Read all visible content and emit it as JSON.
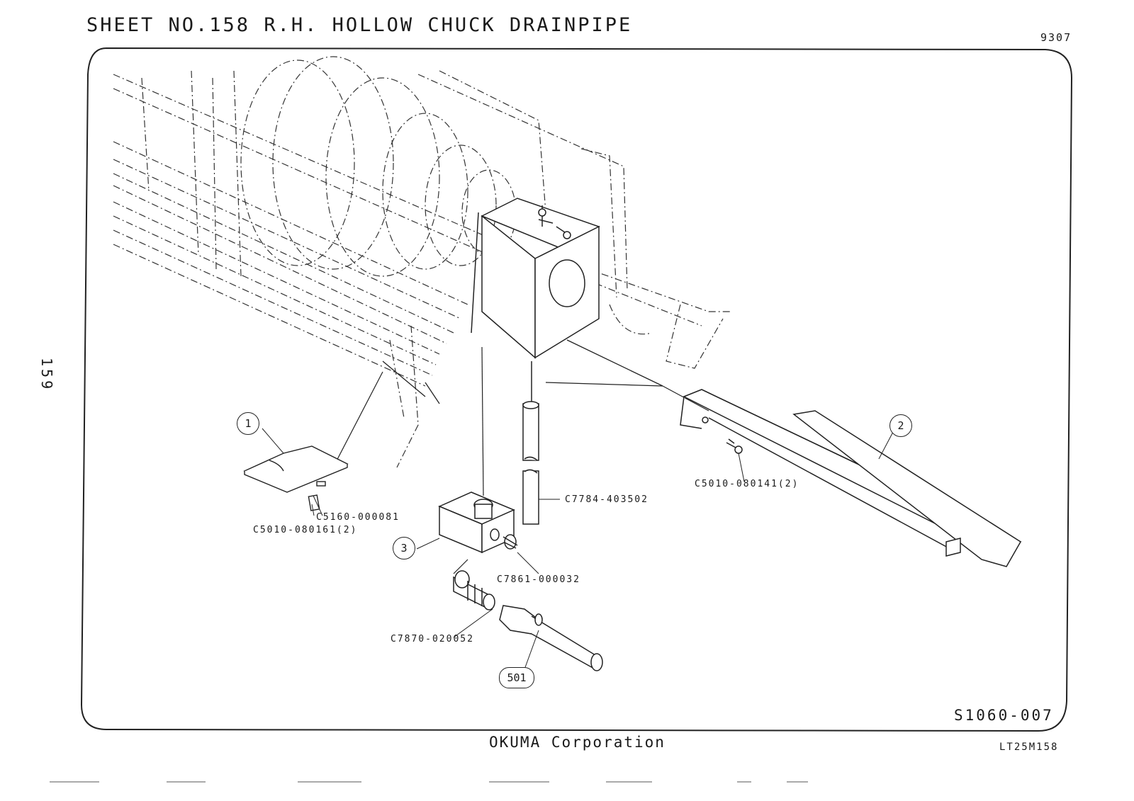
{
  "sheet": {
    "title": "SHEET NO.158  R.H. HOLLOW CHUCK DRAINPIPE",
    "sheet_code": "9307",
    "side_page_number": "159",
    "drawing_number": "S1060-007",
    "company": "OKUMA Corporation",
    "catalog_code": "LT25M158"
  },
  "callouts": {
    "item_1": "1",
    "item_2": "2",
    "item_3": "3",
    "item_501": "501"
  },
  "part_numbers": {
    "c5160_000081": "C5160-000081",
    "c5010_080161": "C5010-080161(2)",
    "c7784_403502": "C7784-403502",
    "c5010_080141": "C5010-080141(2)",
    "c7861_000032": "C7861-000032",
    "c7870_020052": "C7870-020052"
  },
  "colors": {
    "ink": "#1a1a1a",
    "paper": "#ffffff"
  }
}
